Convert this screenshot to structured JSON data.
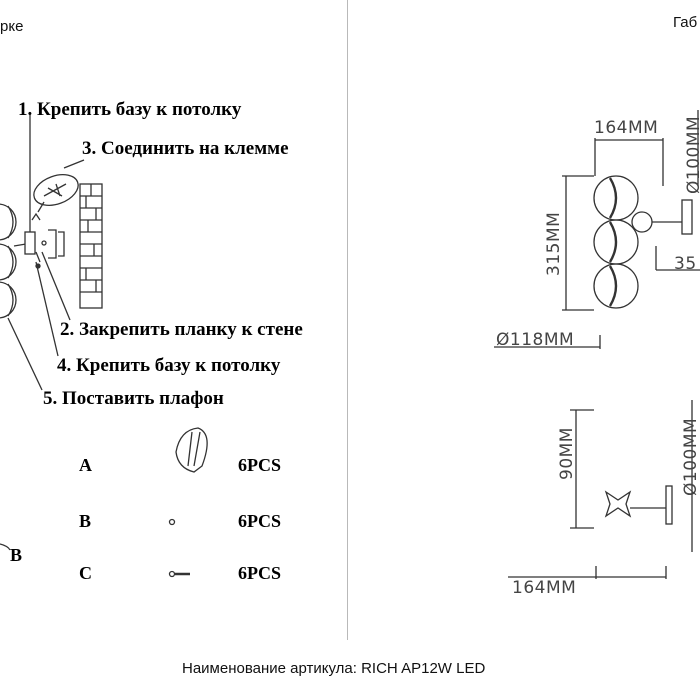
{
  "left_header_fragment": "рке",
  "right_header_fragment": "Габ",
  "steps": [
    "1. Крепить базу к потолку",
    "3. Соединить на клемме",
    "2. Закрепить планку к стене",
    "4. Крепить базу к потолку",
    "5. Поставить плафон"
  ],
  "parts": [
    {
      "letter": "A",
      "qty": "6PCS",
      "icon": "shade-clip-icon"
    },
    {
      "letter": "B",
      "qty": "6PCS",
      "icon": "small-ring-icon"
    },
    {
      "letter": "C",
      "qty": "6PCS",
      "icon": "screw-icon"
    }
  ],
  "callout_b": "B",
  "dimensions": {
    "top_width": "164MM",
    "top_diameter": "Ø100MM",
    "top_height": "315MM",
    "top_depth": "35",
    "bottom_left": "Ø118MM",
    "side_height": "90MM",
    "side_diameter": "Ø100MM",
    "side_width": "164MM"
  },
  "footer": "Наименование артикула: RICH AP12W LED",
  "colors": {
    "line": "#444444",
    "divider": "#b9b9b9",
    "text": "#000000"
  }
}
